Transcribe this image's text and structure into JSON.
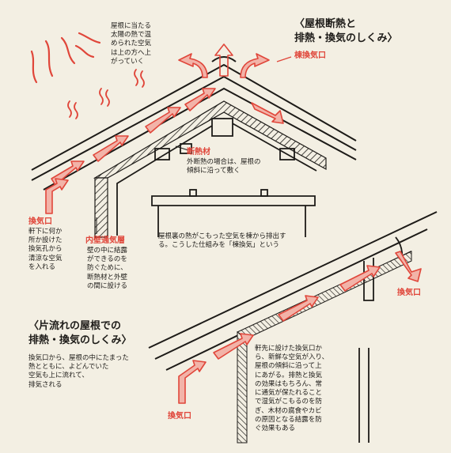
{
  "colors": {
    "paper": "#f3efe3",
    "ink": "#1d1b18",
    "accent": "#e0463a",
    "air_fill": "#f2b3a8"
  },
  "title_main": "〈屋根断熱と\n排熱・換気のしくみ〉",
  "title_sub": "〈片流れの屋根での\n排熱・換気のしくみ〉",
  "labels": {
    "ridge_vent": "棟換気口",
    "insulation": "断熱材",
    "intake_vent": "換気口",
    "inner_vent_layer": "内壁通気層",
    "exhaust_vent_right": "換気口",
    "intake_vent_bottom": "換気口"
  },
  "notes": {
    "sun_heat": "屋根に当たる\n太陽の熱で温\nめられた空気\nは上の方へ上\nがっていく",
    "insulation_note": "外断熱の場合は、屋根の\n傾斜に沿って敷く",
    "intake_note": "軒下に何か\n所か設けた\n換気孔から\n清涼な空気\nを入れる",
    "inner_vent_note": "壁の中に結露\nができるのを\n防ぐために、\n断熱材と外壁\nの間に設ける",
    "ridge_note": "屋根裏の熱がこもった空気を棟から排出す\nる。こうした仕組みを「棟換気」という",
    "shed_note": "換気口から、屋根の中にたまった\n熱とともに、よどんでいた\n空気も上に流れて、\n排気される",
    "eave_note": "軒先に設けた換気口か\nら、新鮮な空気が入り、\n屋根の傾斜に沿って上\nにあがる。排熱と換気\nの効果はもちろん、常\nに通気が保たれること\nで湿気がこもるのを防\nぎ、木材の腐食やカビ\nの原因となる結露を防\nぐ効果もある"
  }
}
